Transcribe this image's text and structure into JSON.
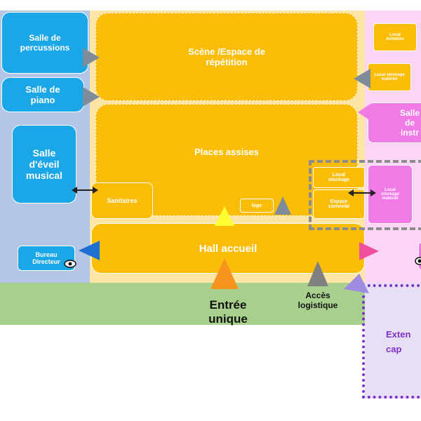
{
  "rooms": {
    "percussions": "Salle de percussions",
    "piano": "Salle de piano",
    "eveil": "Salle d'éveil musical",
    "bureau": "Bureau Directeur",
    "scene": "Scène /Espace de répétition",
    "places": "Places assises",
    "sanitaires": "Sanitaires",
    "loge": "loge",
    "hall": "Hall accueil",
    "local_entretien": "Local entretien",
    "local_stockage_materiel": "Local stockage matériel",
    "salle_instruments": "Salle de instr",
    "local_stockage": "Local stockage",
    "espace_convivial": "Espace convivial",
    "stockage_pink": "Local stockage matériel",
    "entree": "Entrée unique",
    "acces": "Accès logistique",
    "extension": "Exten cap"
  },
  "colors": {
    "blue": "#1ba6e8",
    "orange": "#fbbd07",
    "pink": "#f07ae6",
    "green": "#a8d08d",
    "light_blue_zone": "#b4c6e7",
    "light_orange_zone": "#fde6a5",
    "light_pink_zone": "#fbd4f6",
    "gray": "#8c8c8c",
    "purple": "#7e32c4"
  }
}
